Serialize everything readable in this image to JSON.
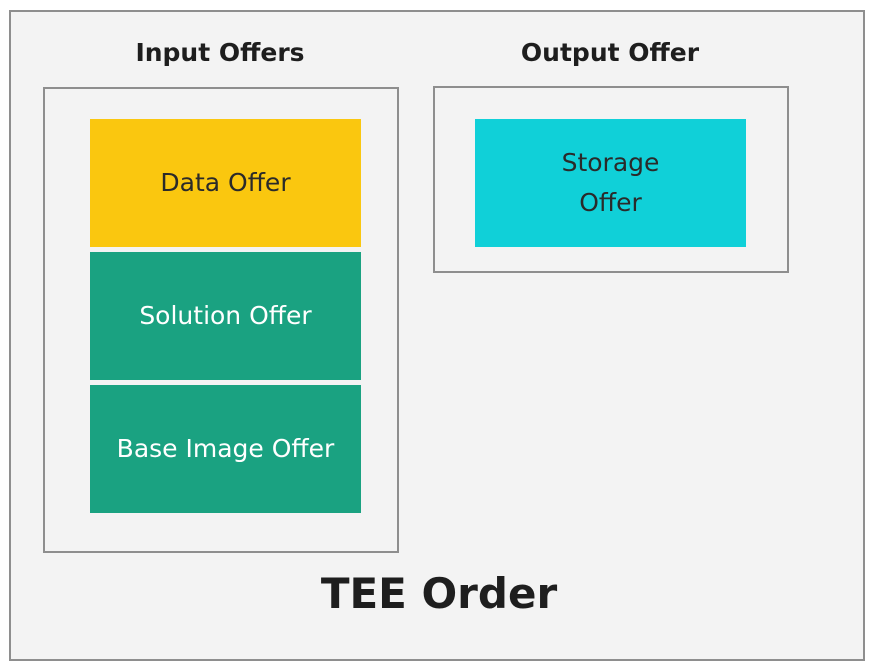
{
  "diagram": {
    "title": "TEE Order",
    "input_group": {
      "title": "Input Offers",
      "items": [
        {
          "label": "Data Offer",
          "color": "#fac70f"
        },
        {
          "label": "Solution Offer",
          "color": "#1aa281"
        },
        {
          "label": "Base Image Offer",
          "color": "#1aa281"
        }
      ]
    },
    "output_group": {
      "title": "Output Offer",
      "items": [
        {
          "label": "Storage Offer",
          "color": "#10d0d8"
        }
      ]
    }
  }
}
